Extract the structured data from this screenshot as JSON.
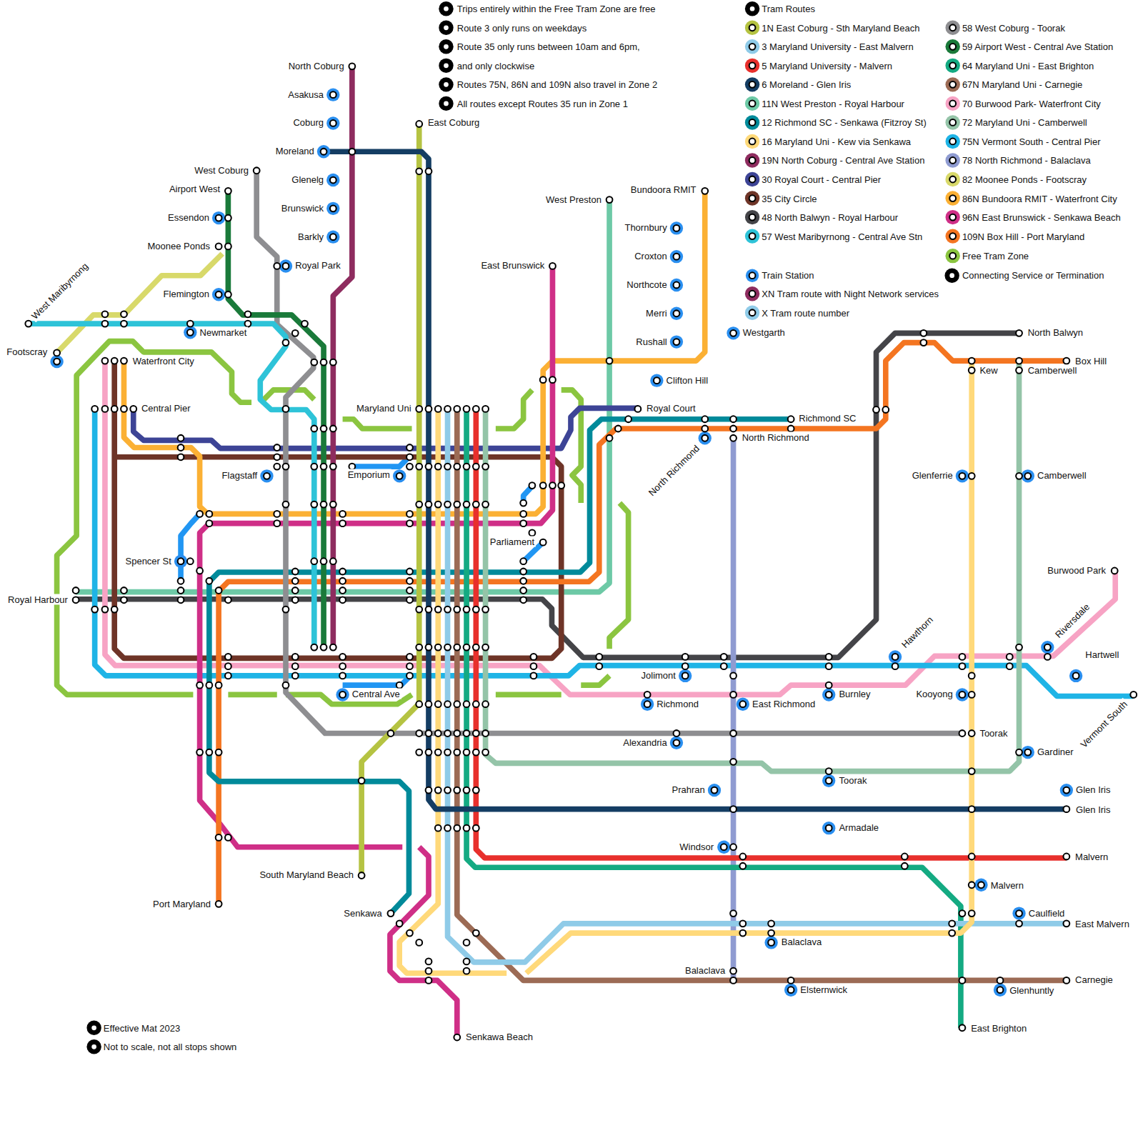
{
  "diagram": {
    "labels": [
      "Trips entirely within the Free Tram Zone are free",
      "Route 3 only runs on weekdays",
      "Route 35 only runs between 10am and 6pm,",
      "and only clockwise",
      "Routes 75N, 86N and 109N also travel in Zone 2",
      "All routes except Routes 35 run in Zone 1",
      "Tram Routes",
      "North Coburg",
      "Asakusa",
      "Coburg",
      "Moreland",
      "Glenelg",
      "Brunswick",
      "Barkly",
      "Royal Park",
      "West Coburg",
      "Airport West",
      "Essendon",
      "Moonee Ponds",
      "Flemington",
      "Newmarket",
      "West Maribyrnong",
      "Footscray",
      "Waterfront City",
      "Central Pier",
      "Flagstaff",
      "Emporium",
      "Maryland Uni",
      "East Coburg",
      "Spencer St",
      "Royal Harbour",
      "Central Ave",
      "South Maryland Beach",
      "Senkawa",
      "Senkawa Beach",
      "Port Maryland",
      "Parliament",
      "East Brunswick",
      "West Preston",
      "Bundoora RMIT",
      "Thornbury",
      "Croxton",
      "Northcote",
      "Merri",
      "Rushall",
      "Clifton Hill",
      "Westgarth",
      "Royal Court",
      "Richmond SC",
      "North Richmond",
      "North Richmond",
      "Jolimont",
      "Richmond",
      "East Richmond",
      "Alexandria",
      "Prahran",
      "Windsor",
      "Burnley",
      "Toorak",
      "Armadale",
      "Balaclava",
      "Balaclava",
      "Elsternwick",
      "Hawthorn",
      "North Balwyn",
      "Kew",
      "Camberwell",
      "Box Hill",
      "Glenferrie",
      "Camberwell",
      "Burwood Park",
      "Riversdale",
      "Hartwell",
      "Kooyong",
      "Toorak",
      "Vermont South",
      "Gardiner",
      "Glen Iris",
      "Glen Iris",
      "Malvern",
      "Malvern",
      "Caulfield",
      "East Malvern",
      "Carnegie",
      "Glenhuntly",
      "East Brighton",
      "Effective Mat 2023",
      "Not to scale, not all stops shown"
    ],
    "legend": [
      {
        "text": "1N East Coburg - Sth Maryland Beach",
        "color": "#b5c342"
      },
      {
        "text": "3 Maryland University - East Malvern",
        "color": "#8fcbe8"
      },
      {
        "text": "5 Maryland University - Malvern",
        "color": "#e8302c"
      },
      {
        "text": "6 Moreland - Glen Iris",
        "color": "#143d63"
      },
      {
        "text": "11N West Preston - Royal Harbour",
        "color": "#6dc9a6"
      },
      {
        "text": "12 Richmond SC - Senkawa (Fitzroy St)",
        "color": "#008a9a"
      },
      {
        "text": "16 Maryland Uni - Kew via Senkawa",
        "color": "#ffd97a"
      },
      {
        "text": "19N North Coburg - Central Ave Station",
        "color": "#8e2c5f"
      },
      {
        "text": "30 Royal Court - Central Pier",
        "color": "#3d4496"
      },
      {
        "text": "35 City Circle",
        "color": "#6e3427"
      },
      {
        "text": "48 North Balwyn - Royal Harbour",
        "color": "#444448"
      },
      {
        "text": "57 West Maribyrnong - Central Ave Stn",
        "color": "#2ec3d8"
      },
      {
        "text": "Train Station"
      },
      {
        "text": "XN Tram route with Night Network services"
      },
      {
        "text": "X Tram route number"
      },
      {
        "text": "58 West Coburg - Toorak",
        "color": "#8e8e91"
      },
      {
        "text": "59 Airport West - Central Ave Station",
        "color": "#1a7a3a"
      },
      {
        "text": "64 Maryland Uni - East Brighton",
        "color": "#14aa82"
      },
      {
        "text": "67N Maryland Uni - Carnegie",
        "color": "#9c6b55"
      },
      {
        "text": "70 Burwood Park- Waterfront City",
        "color": "#f7a3c4"
      },
      {
        "text": "72 Maryland Uni - Camberwell",
        "color": "#94c4a8"
      },
      {
        "text": "75N Vermont South - Central Pier",
        "color": "#1fb4e6"
      },
      {
        "text": "78 North Richmond - Balaclava",
        "color": "#8f9bd1"
      },
      {
        "text": "82 Moonee Ponds - Footscray",
        "color": "#d8d96a"
      },
      {
        "text": "86N Bundoora RMIT - Waterfront City",
        "color": "#fbb034"
      },
      {
        "text": "96N East Brunswick - Senkawa Beach",
        "color": "#cf2f87"
      },
      {
        "text": "109N Box Hill - Port Maryland",
        "color": "#f47521"
      },
      {
        "text": "Free Tram Zone",
        "color": "#8bc540"
      },
      {
        "text": "Connecting Service or Termination"
      }
    ]
  }
}
